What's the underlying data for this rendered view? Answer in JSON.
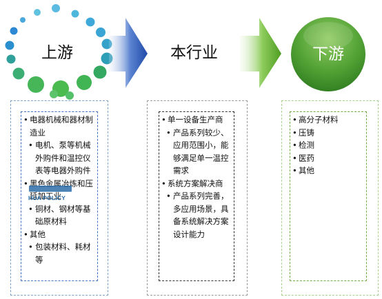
{
  "colors": {
    "upstream_dots": "#2e9fd6",
    "upstream_dots_green": "#47b55a",
    "arrow_blue": "#2f5ab5",
    "arrow_green": "#5fae2f",
    "downstream_circle": "#3e8e2a"
  },
  "stages": {
    "upstream": {
      "title": "上游",
      "icon": "dot-ring"
    },
    "industry": {
      "title": "本行业"
    },
    "downstream": {
      "title": "下游",
      "icon": "green-circle"
    }
  },
  "upstream_items": [
    {
      "level": 1,
      "text": "电器机械和器材制造业"
    },
    {
      "level": 2,
      "text": "电机、泵等机械外购件和温控仪表等电器外购件"
    },
    {
      "level": 1,
      "text": "黑色金属冶炼和压延加工业"
    },
    {
      "level": 2,
      "text": "铜材、钢材等基础原材料"
    },
    {
      "level": 1,
      "text": "其他"
    },
    {
      "level": 2,
      "text": "包装材料、耗材等"
    }
  ],
  "industry_items": [
    {
      "level": 1,
      "text": "单一设备生产商"
    },
    {
      "level": 2,
      "text": "产品系列较少、应用范围小，能够满足单一温控需求"
    },
    {
      "level": 1,
      "text": "系统方案解决商"
    },
    {
      "level": 2,
      "text": "产品系列完善，多应用场景，具备系统解决方案设计能力"
    }
  ],
  "downstream_items": [
    {
      "level": 1,
      "text": "高分子材料"
    },
    {
      "level": 1,
      "text": "压铸"
    },
    {
      "level": 1,
      "text": "检测"
    },
    {
      "level": 1,
      "text": "医药"
    },
    {
      "level": 1,
      "text": "其他"
    }
  ],
  "watermark": {
    "text": "HUA POLICY"
  }
}
